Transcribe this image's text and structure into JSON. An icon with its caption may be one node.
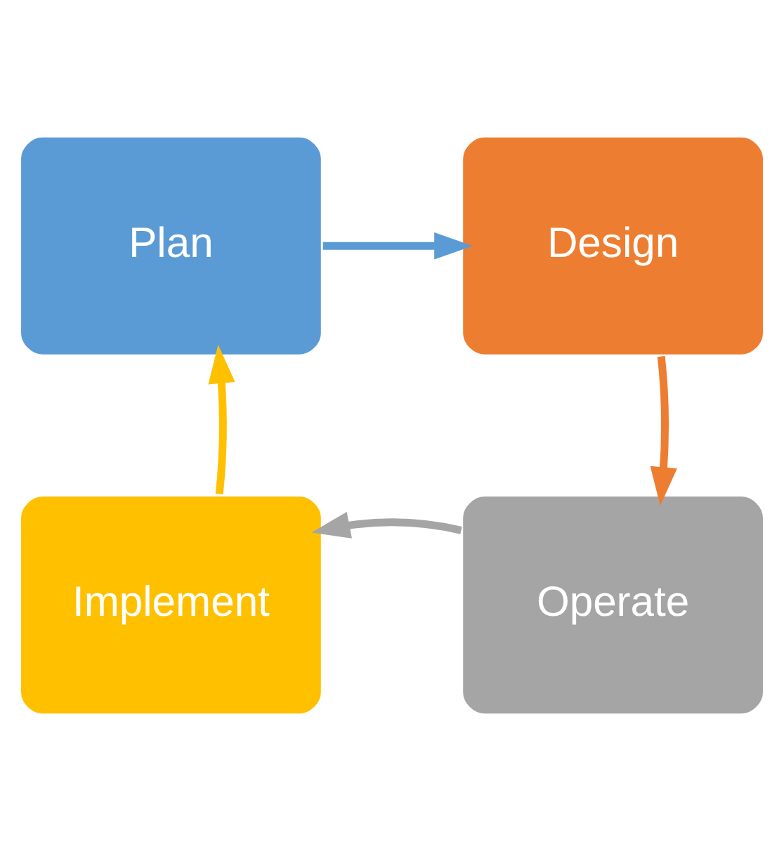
{
  "diagram": {
    "nodes": [
      {
        "text": [
          "Plan"
        ]
      },
      {
        "text": [
          "Design"
        ]
      },
      {
        "text": [
          "Operate"
        ]
      },
      {
        "text": [
          "Implement"
        ]
      }
    ],
    "edges": [
      {
        "from": 0,
        "to": 1,
        "arrow": "to",
        "color": "#5b9bd5"
      },
      {
        "from": 1,
        "to": 2,
        "arrow": "to",
        "color": "#ed7d31"
      },
      {
        "from": 2,
        "to": 3,
        "arrow": "to",
        "color": "#a5a5a5"
      },
      {
        "from": 3,
        "to": 0,
        "arrow": "to",
        "color": "#ffc000"
      }
    ]
  }
}
